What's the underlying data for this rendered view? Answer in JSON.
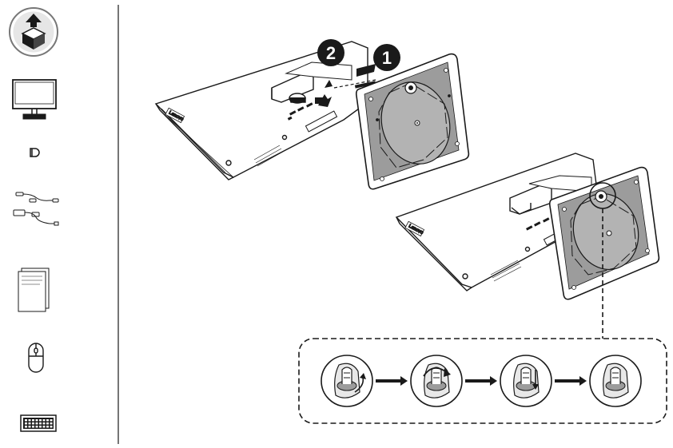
{
  "steps": {
    "badge_1": "1",
    "badge_2": "2"
  },
  "monitor": {
    "logo_top": "Lenovo",
    "logo_bottom": "Lenovo"
  },
  "sidebar": {
    "items": [
      {
        "icon": "unbox-icon"
      },
      {
        "icon": "monitor-icon"
      },
      {
        "icon": "power-adapter-icon"
      },
      {
        "icon": "cables-icon"
      },
      {
        "icon": "documents-icon"
      },
      {
        "icon": "mouse-icon"
      },
      {
        "icon": "keyboard-icon"
      }
    ]
  },
  "colors": {
    "line": "#1a1a1a",
    "panel_fill": "#9c9c9c",
    "inner_fill": "#b3b3b3",
    "badge": "#1a1a1a",
    "monitor_fill": "#ffffff"
  }
}
